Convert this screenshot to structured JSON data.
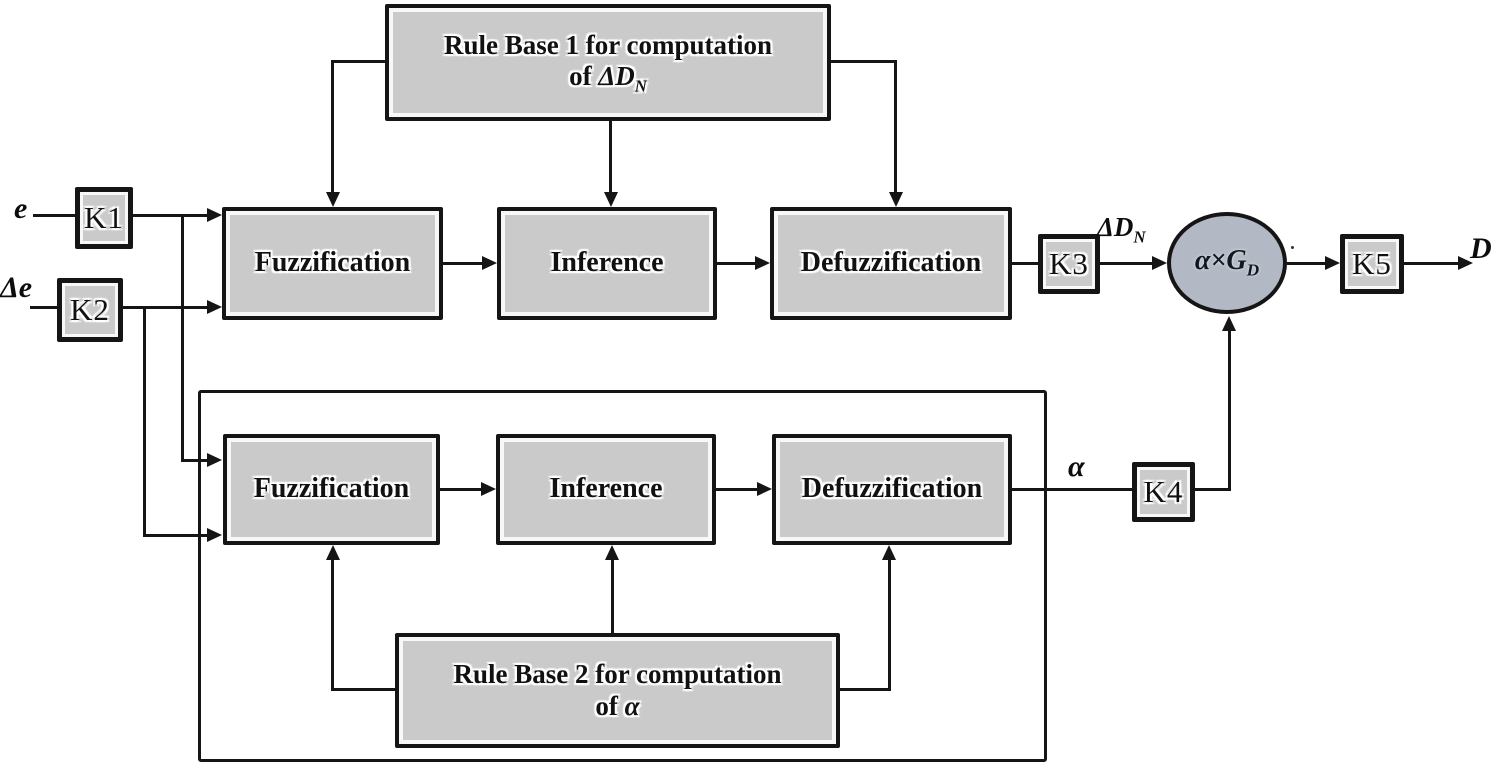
{
  "colors": {
    "block_fill": "#cacaca",
    "block_border": "#151515",
    "multiplier_fill": "#b2b9c4",
    "line": "#151515"
  },
  "rule_base_1": {
    "line1": "Rule Base 1 for computation",
    "line2_prefix": "of ",
    "variable": "ΔD",
    "variable_sub": "N"
  },
  "rule_base_2": {
    "line1": "Rule Base 2 for computation",
    "line2_prefix": "of ",
    "variable": "α"
  },
  "flc1": {
    "fuzzification": "Fuzzification",
    "inference": "Inference",
    "defuzzification": "Defuzzification"
  },
  "flc2": {
    "fuzzification": "Fuzzification",
    "inference": "Inference",
    "defuzzification": "Defuzzification"
  },
  "gains": {
    "k1": "K1",
    "k2": "K2",
    "k3": "K3",
    "k4": "K4",
    "k5": "K5"
  },
  "multiplier": {
    "label_main": "α×G",
    "label_sub": "D"
  },
  "signals": {
    "error": "e",
    "delta_error": "Δe",
    "delta_dn": "ΔD",
    "delta_dn_sub": "N",
    "alpha": "α",
    "output": "D"
  }
}
